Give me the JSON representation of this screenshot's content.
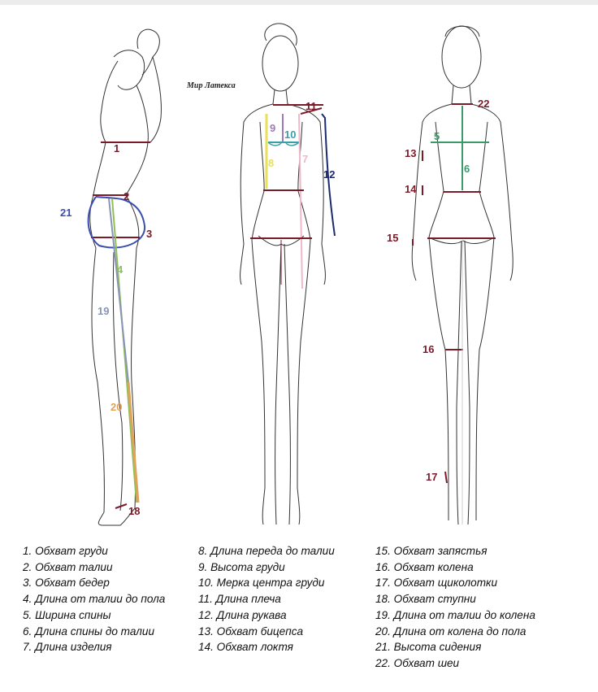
{
  "watermark": "Мир Латекса",
  "labels": {
    "l1": "1",
    "l2": "2",
    "l3": "3",
    "l4": "4",
    "l5": "5",
    "l6": "6",
    "l7": "7",
    "l8": "8",
    "l9": "9",
    "l10": "10",
    "l11": "11",
    "l12": "12",
    "l13": "13",
    "l14": "14",
    "l15": "15",
    "l16": "16",
    "l17": "17",
    "l18": "18",
    "l19": "19",
    "l20": "20",
    "l21": "21",
    "l22": "22"
  },
  "legend": {
    "col1": [
      "1. Обхват груди",
      "2. Обхват талии",
      "3. Обхват бедер",
      "4. Длина от талии до пола",
      "5. Ширина спины",
      "6. Длина спины до талии",
      "7. Длина изделия"
    ],
    "col2": [
      "8. Длина переда до талии",
      "9. Высота груди",
      "10. Мерка центра груди",
      "11. Длина плеча",
      "12. Длина рукава",
      "13. Обхват бицепса",
      "14. Обхват локтя"
    ],
    "col3": [
      "15. Обхват запястья",
      "16. Обхват колена",
      "17. Обхват щиколотки",
      "18. Обхват ступни",
      "19. Длина от талии до колена",
      "20. Длина от колена до пола",
      "21. Высота сидения",
      "22. Обхват шеи"
    ]
  },
  "colors": {
    "maroon": "#7b1b2a",
    "blue": "#3b4db0",
    "green": "#8fbf5a",
    "slate": "#8a94b5",
    "orange": "#e0a35a",
    "yellow": "#e8e05a",
    "purple": "#a07ab8",
    "teal": "#3aa0a8",
    "pink": "#f0b8c8",
    "navy": "#1c2a6e",
    "greenBack": "#3a9a6a"
  }
}
